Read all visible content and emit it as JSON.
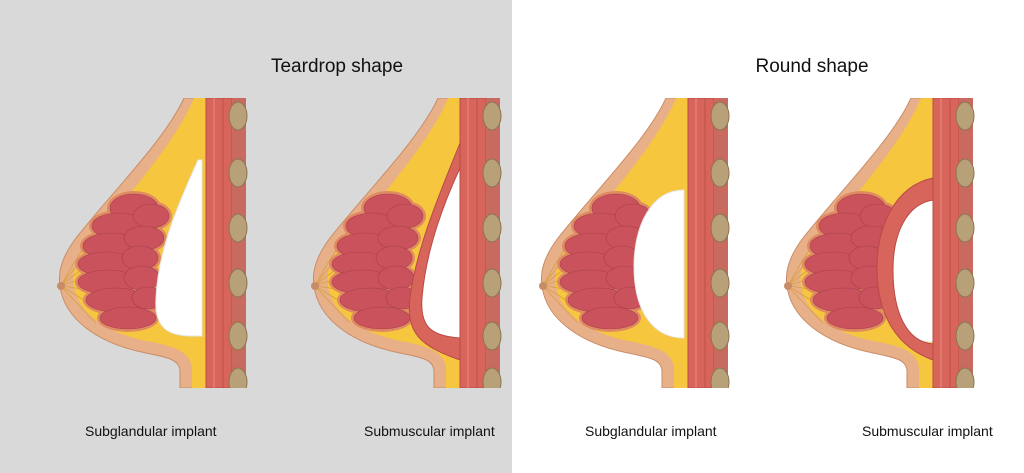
{
  "titles": {
    "teardrop": "Teardrop shape",
    "round": "Round shape"
  },
  "panels": [
    {
      "label": "Subglandular implant",
      "shape": "teardrop",
      "placement": "subglandular"
    },
    {
      "label": "Submuscular implant",
      "shape": "teardrop",
      "placement": "submuscular"
    },
    {
      "label": "Subglandular implant",
      "shape": "round",
      "placement": "subglandular"
    },
    {
      "label": "Submuscular implant",
      "shape": "round",
      "placement": "submuscular"
    }
  ],
  "colors": {
    "left_background": "#d9d9d9",
    "skin": "#e8b088",
    "fat": "#f6c63e",
    "muscle": "#d8655c",
    "gland": "#c9525c",
    "gland_outer": "#e08a62",
    "rib": "#b8a078",
    "implant": "#ffffff"
  }
}
